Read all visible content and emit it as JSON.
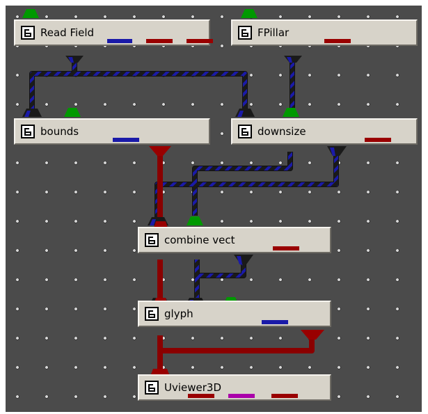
{
  "network": {
    "modules": [
      {
        "id": "read_field",
        "label": "Read Field"
      },
      {
        "id": "fpillar",
        "label": "FPillar"
      },
      {
        "id": "bounds",
        "label": "bounds"
      },
      {
        "id": "downsize",
        "label": "downsize"
      },
      {
        "id": "combine_vect",
        "label": "combine vect"
      },
      {
        "id": "glyph",
        "label": "glyph"
      },
      {
        "id": "uviewer3d",
        "label": "Uviewer3D"
      }
    ],
    "port_colors": {
      "field": "#1a1aa8",
      "field_dark": "#1a1a1a",
      "geometry": "#990000",
      "control": "#009900",
      "misc": "#aa00aa"
    },
    "connections": [
      {
        "from": "read_field",
        "to": "bounds",
        "type": "field"
      },
      {
        "from": "read_field",
        "to": "downsize",
        "type": "field"
      },
      {
        "from": "fpillar",
        "to": "downsize",
        "type": "field"
      },
      {
        "from": "bounds",
        "to": "combine_vect",
        "type": "geometry"
      },
      {
        "from": "downsize",
        "to": "combine_vect",
        "type": "field"
      },
      {
        "from": "combine_vect",
        "to": "glyph",
        "type": "field"
      },
      {
        "from": "glyph",
        "to": "uviewer3d",
        "type": "geometry"
      }
    ]
  }
}
